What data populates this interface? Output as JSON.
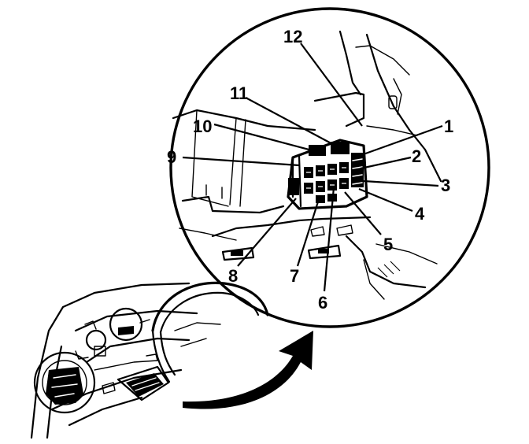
{
  "callouts": [
    {
      "id": "12",
      "label": "12"
    },
    {
      "id": "11",
      "label": "11"
    },
    {
      "id": "10",
      "label": "10"
    },
    {
      "id": "9",
      "label": "9"
    },
    {
      "id": "1",
      "label": "1"
    },
    {
      "id": "2",
      "label": "2"
    },
    {
      "id": "3",
      "label": "3"
    },
    {
      "id": "4",
      "label": "4"
    },
    {
      "id": "5",
      "label": "5"
    },
    {
      "id": "6",
      "label": "6"
    },
    {
      "id": "7",
      "label": "7"
    },
    {
      "id": "8",
      "label": "8"
    }
  ],
  "colors": {
    "ink": "#000000",
    "paper": "#ffffff"
  }
}
